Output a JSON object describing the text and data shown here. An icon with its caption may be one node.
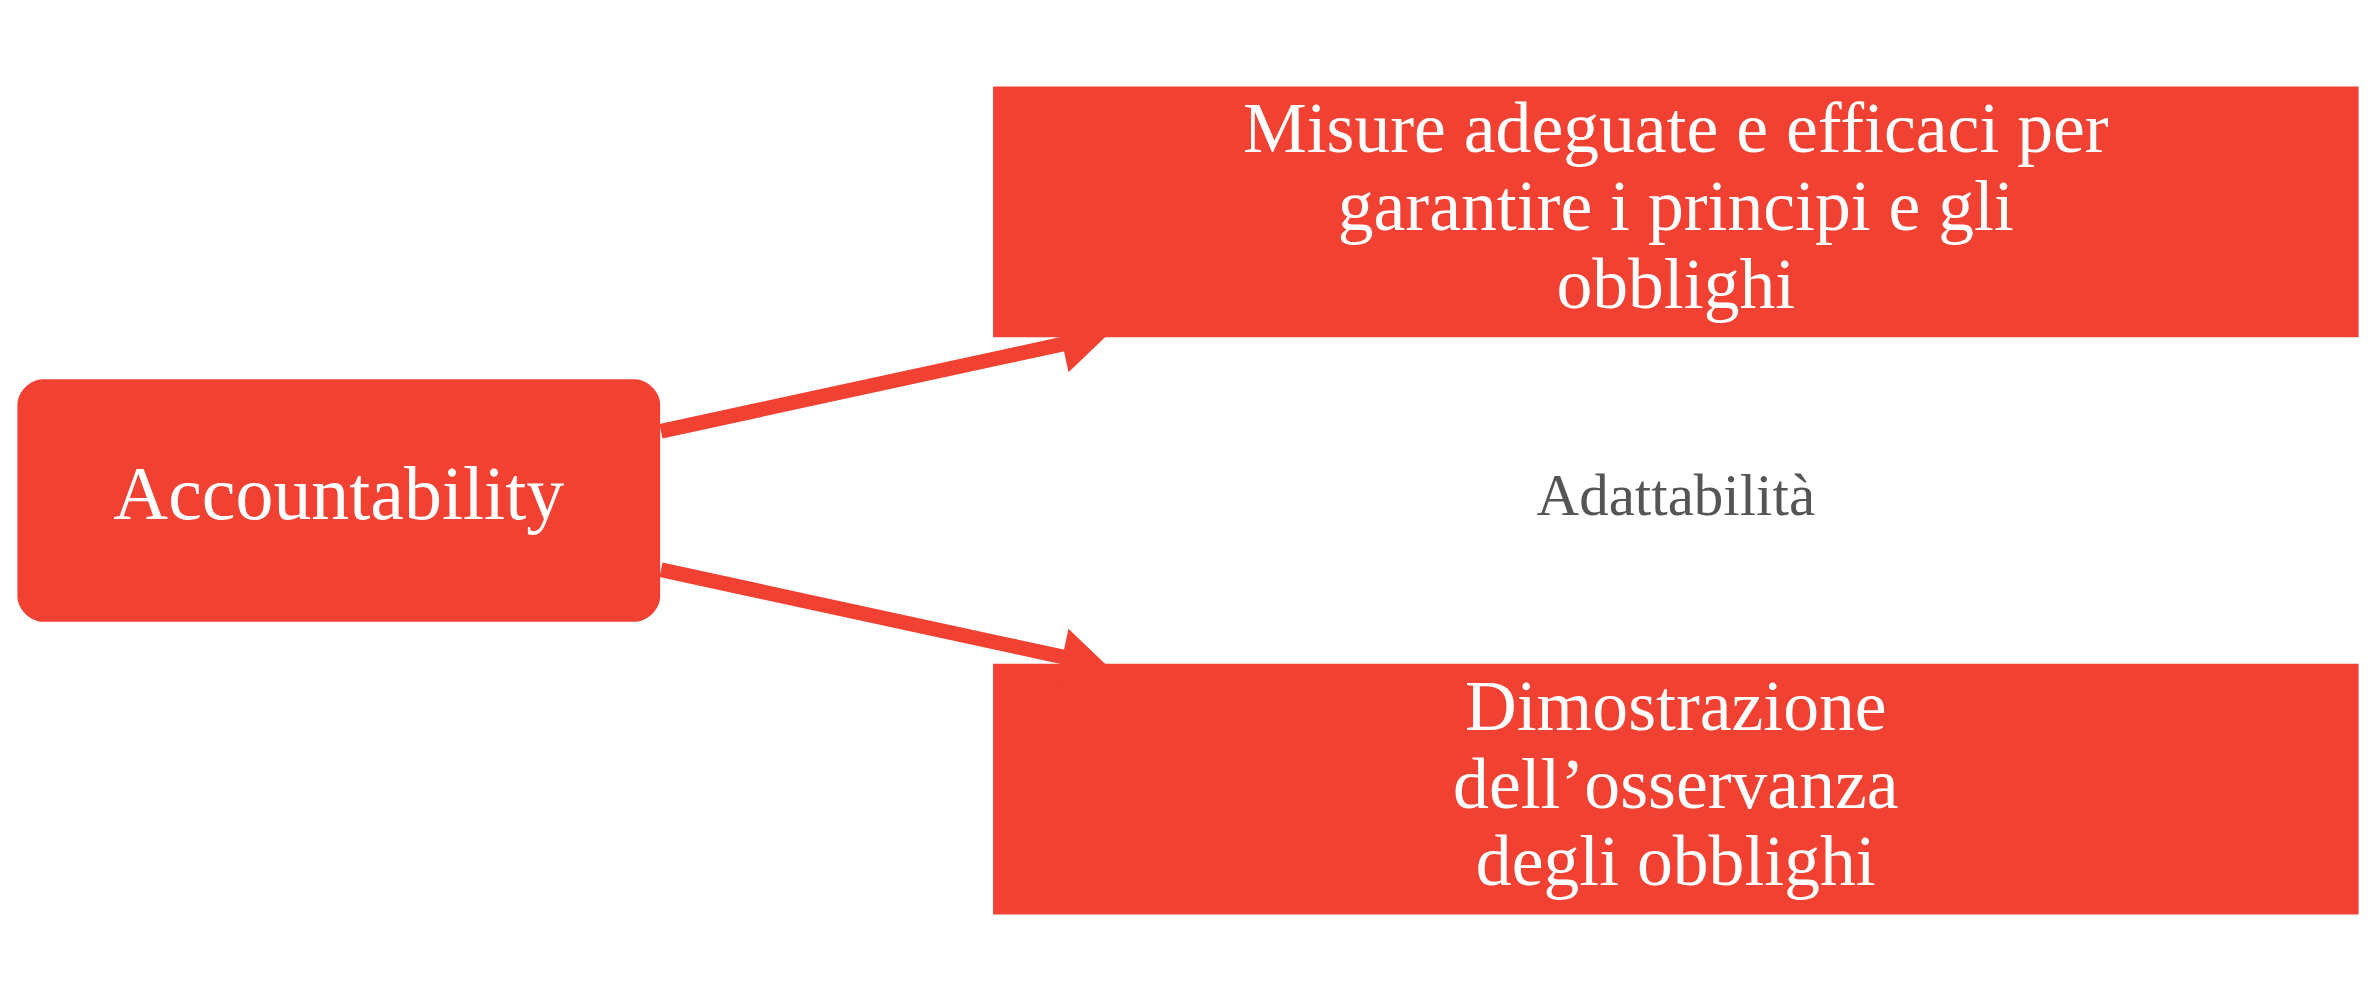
{
  "diagram": {
    "nodes": [
      {
        "text": [
          "Accountability"
        ]
      },
      {
        "text": [
          "Misure adeguate e efficaci per garantire i principi e gli obblighi"
        ]
      },
      {
        "text": [
          "Dimostrazione dell’osservanza degli obblighi"
        ]
      }
    ],
    "edges": [
      {
        "from": 0,
        "to": 1,
        "arrow": "to"
      },
      {
        "from": 0,
        "to": 2,
        "arrow": "to"
      }
    ],
    "labels": [
      "Adattabilità"
    ]
  }
}
